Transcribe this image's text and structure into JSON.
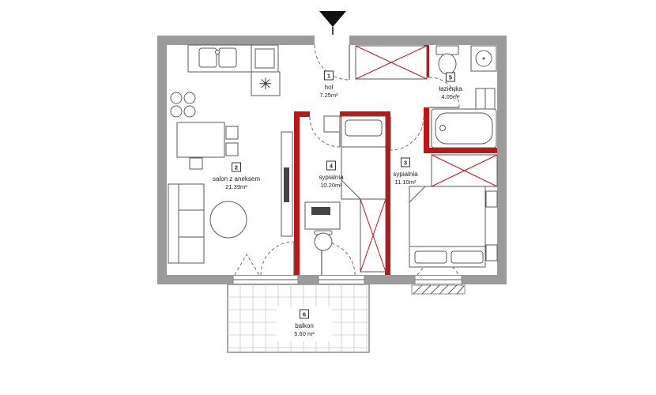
{
  "plan": {
    "rooms": [
      {
        "number": "1",
        "name": "hol",
        "area": "7.25m²"
      },
      {
        "number": "2",
        "name": "salon z aneksem",
        "area": "21.39m²"
      },
      {
        "number": "3",
        "name": "sypialnia",
        "area": "11.10m²"
      },
      {
        "number": "4",
        "name": "sypialnia",
        "area": "10.20m²"
      },
      {
        "number": "5",
        "name": "łazienka",
        "area": "4.05m²"
      },
      {
        "number": "6",
        "name": "balkon",
        "area": "5.60 m²"
      }
    ],
    "symbols": {
      "hob_asterisk": "✳"
    },
    "colors": {
      "exterior_wall": "#9b9b9b",
      "interior_wall_red": "#c01515",
      "furniture_line": "#5a5a5a",
      "entrance_marker": "#111111"
    }
  }
}
